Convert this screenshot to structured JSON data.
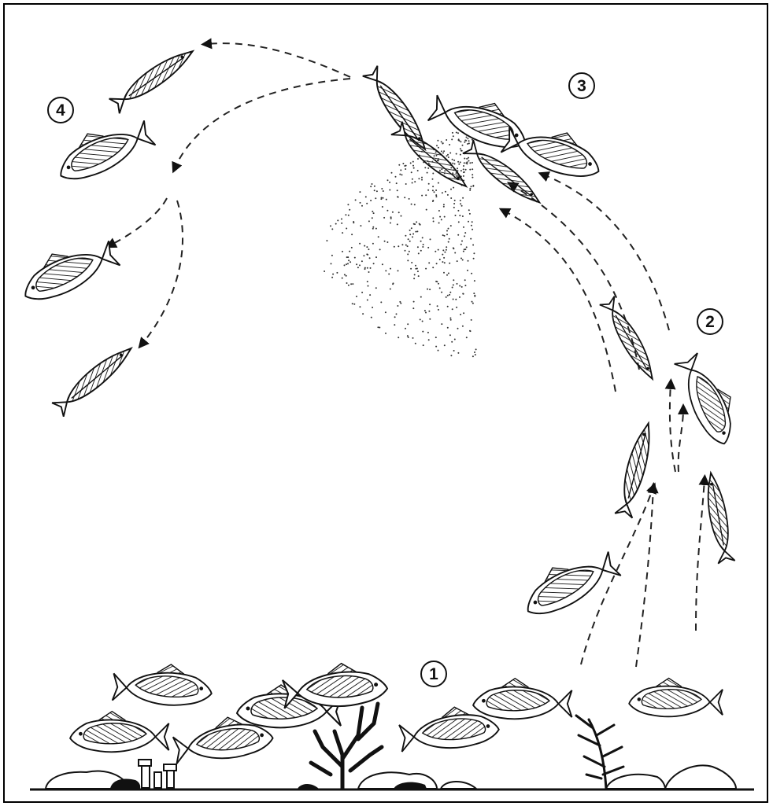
{
  "diagram": {
    "stages": [
      {
        "id": "1",
        "label": "1"
      },
      {
        "id": "2",
        "label": "2"
      },
      {
        "id": "3",
        "label": "3"
      },
      {
        "id": "4",
        "label": "4"
      }
    ]
  },
  "colors": {
    "ink": "#111111",
    "background": "#ffffff",
    "hatch": "#222222",
    "sediment": "#1a1a1a"
  }
}
